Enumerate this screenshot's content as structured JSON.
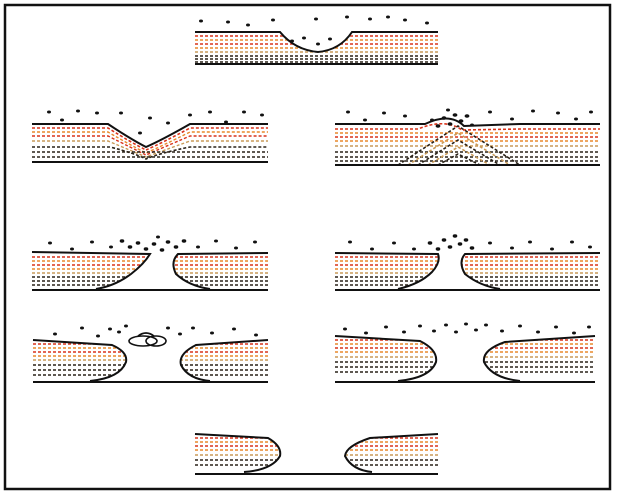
{
  "figure": {
    "panels": [
      {
        "id": "stage-1",
        "form": "sag"
      },
      {
        "id": "stage-2a",
        "form": "sag-deep"
      },
      {
        "id": "stage-2b",
        "form": "upfold"
      },
      {
        "id": "stage-3a",
        "form": "split"
      },
      {
        "id": "stage-3b",
        "form": "split-narrow"
      },
      {
        "id": "stage-4a",
        "form": "gap-with-bubble"
      },
      {
        "id": "stage-4b",
        "form": "gap-wide"
      },
      {
        "id": "stage-5",
        "form": "separated-plates"
      }
    ],
    "colors": {
      "frame": "#111111",
      "outline": "#111111",
      "red_layers": "#d9341c",
      "orange_layers": "#e8892b",
      "tan_layers": "#c89a58",
      "dark_layers": "#2a2218",
      "dots": "#111111"
    }
  }
}
